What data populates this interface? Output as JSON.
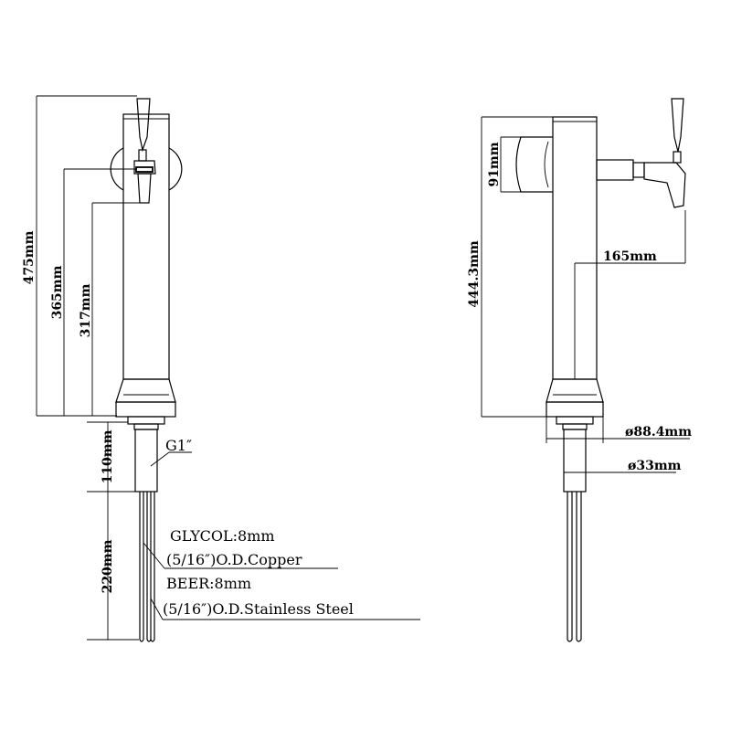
{
  "front_view": {
    "dim_475": "475mm",
    "dim_365": "365mm",
    "dim_317": "317mm",
    "dim_110": "110mm",
    "dim_220": "220mm",
    "thread_label": "G1″",
    "glycol_line1": "GLYCOL:8mm",
    "glycol_line2": "(5/16″)O.D.Copper",
    "beer_line1": "BEER:8mm",
    "beer_line2": "(5/16″)O.D.Stainless Steel"
  },
  "side_view": {
    "dim_91": "91mm",
    "dim_444": "444.3mm",
    "dim_165": "165mm",
    "dim_88": "ø88.4mm",
    "dim_33": "ø33mm"
  }
}
